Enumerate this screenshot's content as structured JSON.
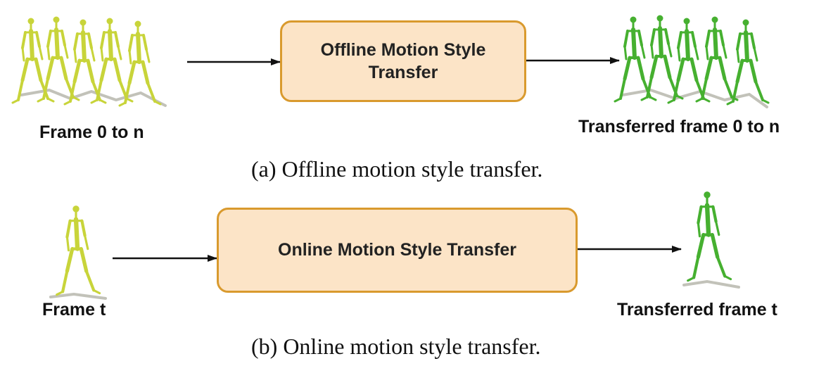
{
  "colors": {
    "input_figure": "#c8d43a",
    "output_figure": "#46b030",
    "box_fill": "#fce4c7",
    "box_border": "#d99a2e",
    "shadow": "#9a9a8a"
  },
  "panel_a": {
    "input_label": "Frame 0 to n",
    "box_label_line1": "Offline Motion Style",
    "box_label_line2": "Transfer",
    "output_label": "Transferred frame 0 to n",
    "caption": "(a) Offline motion style transfer."
  },
  "panel_b": {
    "input_label": "Frame t",
    "box_label": "Online Motion Style Transfer",
    "output_label": "Transferred frame t",
    "caption": "(b) Online motion style transfer."
  }
}
